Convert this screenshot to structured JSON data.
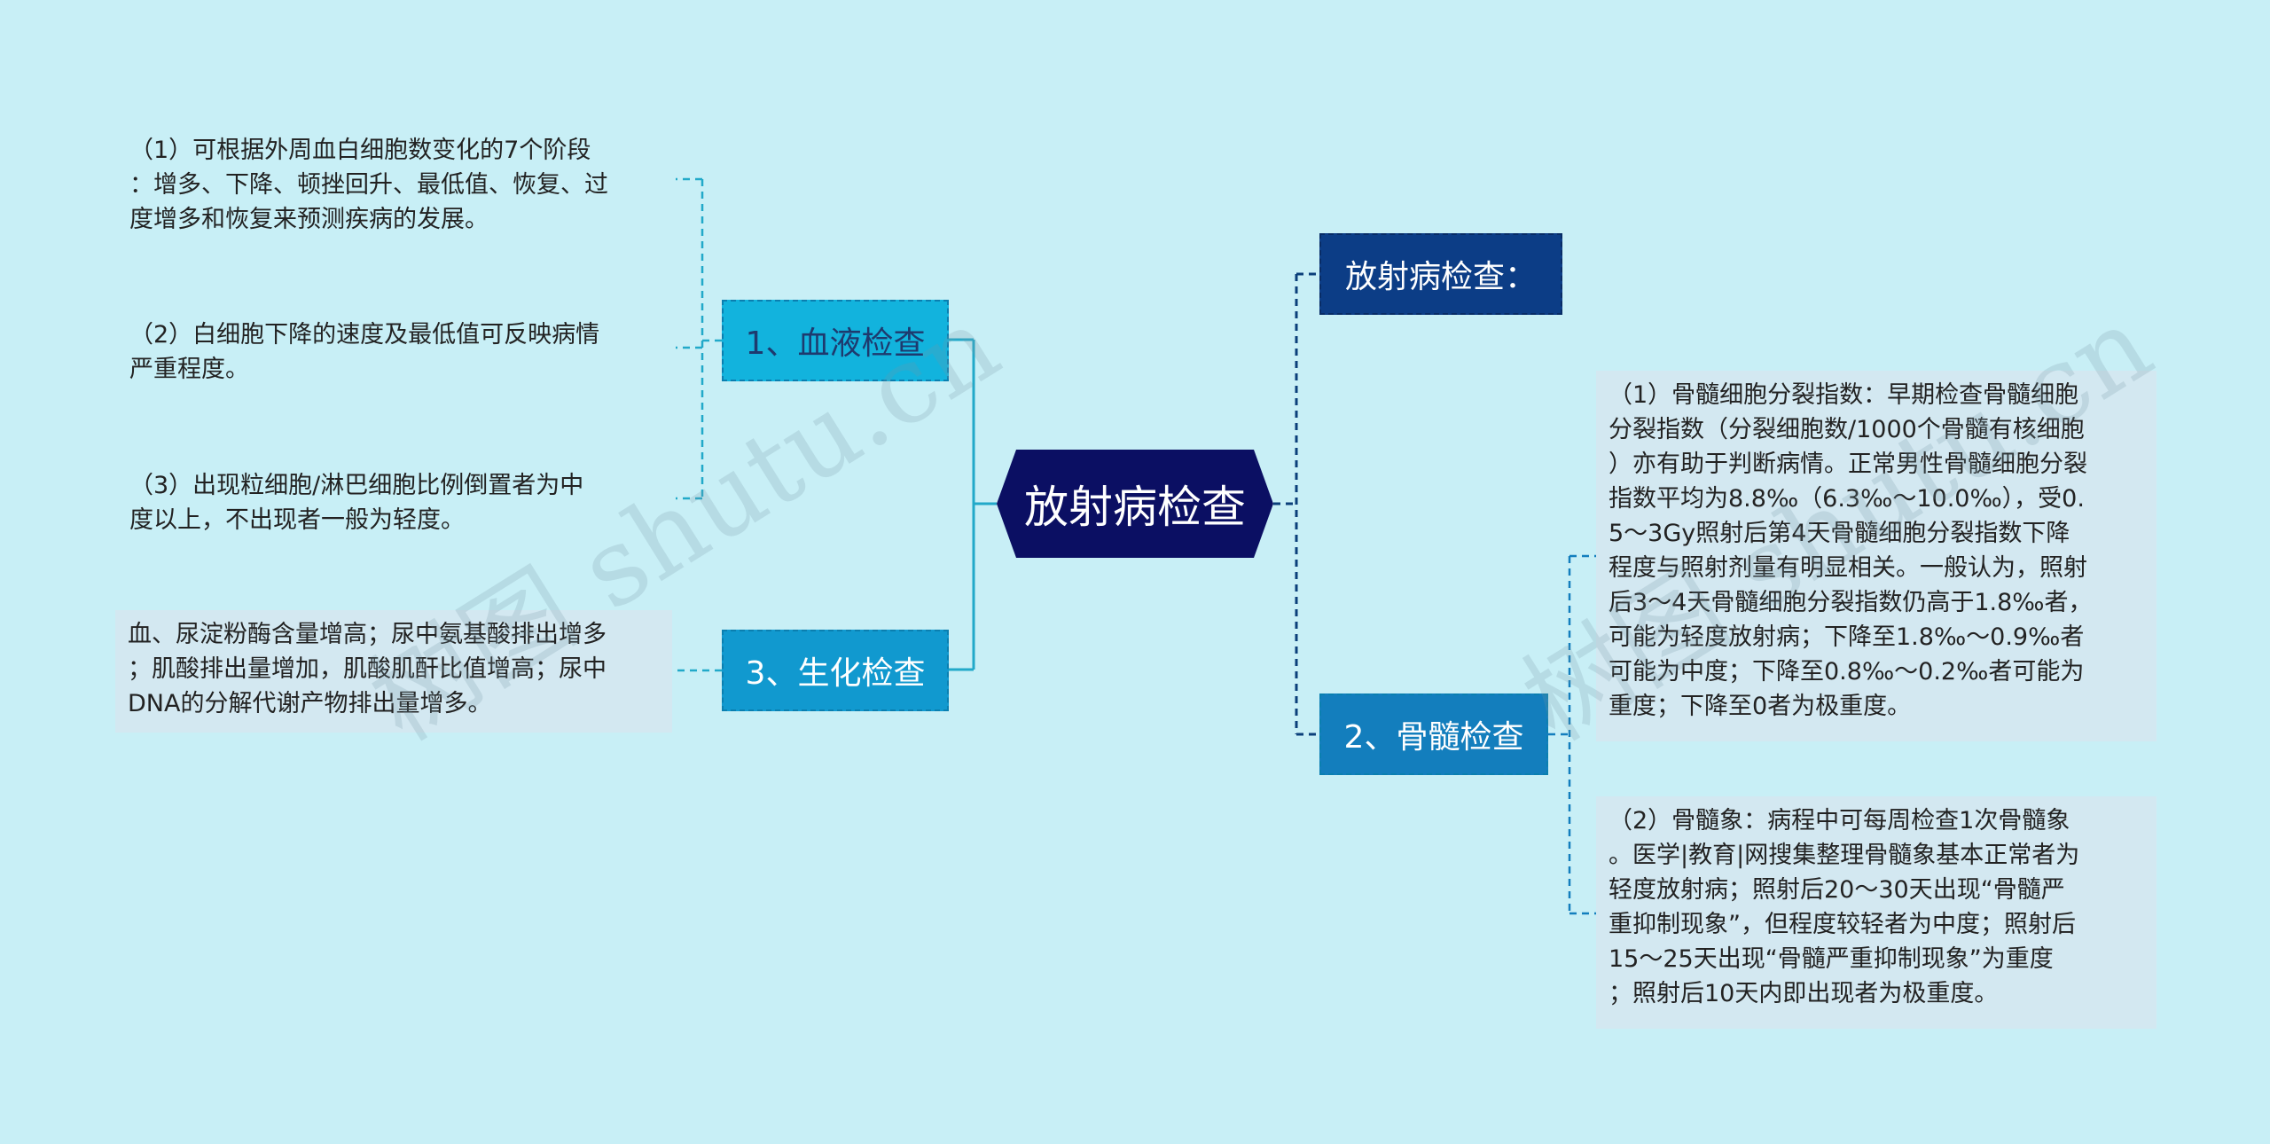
{
  "root": {
    "label": "放射病检查"
  },
  "branches": {
    "blood": {
      "label": "1、血液检查"
    },
    "biochem": {
      "label": "3、生化检查"
    },
    "title": {
      "label": "放射病检查："
    },
    "marrow": {
      "label": "2、骨髓检查"
    }
  },
  "leaves": {
    "blood_1": "（1）可根据外周血白细胞数变化的7个阶段\n：增多、下降、顿挫回升、最低值、恢复、过\n度增多和恢复来预测疾病的发展。",
    "blood_2": "（2）白细胞下降的速度及最低值可反映病情\n严重程度。",
    "blood_3": "（3）出现粒细胞/淋巴细胞比例倒置者为中\n度以上，不出现者一般为轻度。",
    "biochem_1": "血、尿淀粉酶含量增高；尿中氨基酸排出增多\n；肌酸排出量增加，肌酸肌酐比值增高；尿中\nDNA的分解代谢产物排出量增多。",
    "marrow_1": "（1）骨髓细胞分裂指数：早期检查骨髓细胞\n分裂指数（分裂细胞数/1000个骨髓有核细胞\n）亦有助于判断病情。正常男性骨髓细胞分裂\n指数平均为8.8‰（6.3‰～10.0‰），受0.\n5～3Gy照射后第4天骨髓细胞分裂指数下降\n程度与照射剂量有明显相关。一般认为，照射\n后3～4天骨髓细胞分裂指数仍高于1.8‰者，\n可能为轻度放射病；下降至1.8‰～0.9‰者\n可能为中度；下降至0.8‰～0.2‰者可能为\n重度；下降至0者为极重度。",
    "marrow_2": "（2）骨髓象：病程中可每周检查1次骨髓象\n。医学|教育|网搜集整理骨髓象基本正常者为\n轻度放射病；照射后20～30天出现“骨髓严\n重抑制现象”，但程度较轻者为中度；照射后\n15～25天出现“骨髓严重抑制现象”为重度\n；照射后10天内即出现者为极重度。"
  },
  "watermarks": [
    "树图 shutu.cn",
    "树图 shutu.cn"
  ],
  "colors": {
    "background": "#c8eff6",
    "root": "#0b0f63",
    "connector_left": "#22a9c9",
    "connector_right": "#0b3f7a"
  }
}
